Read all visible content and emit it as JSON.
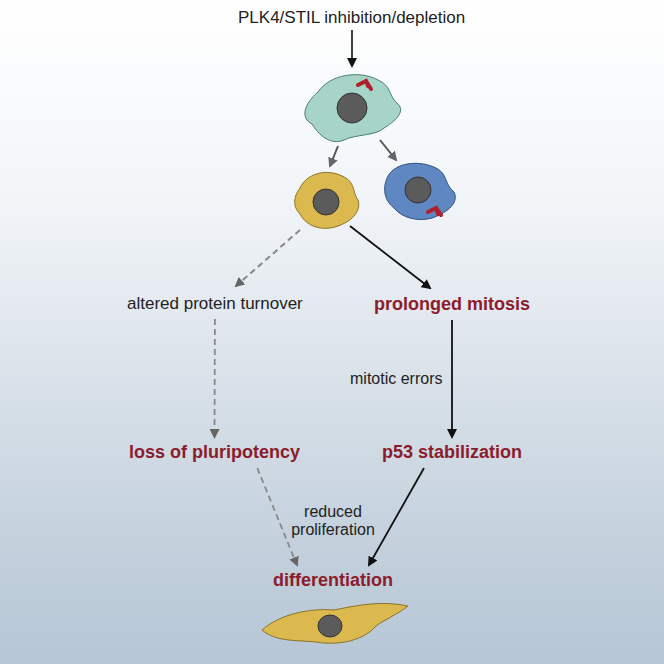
{
  "diagram": {
    "nodes": [
      {
        "text": [
          "PLK4/STIL inhibition/depletion"
        ]
      },
      {
        "text": [
          "altered protein turnover"
        ]
      },
      {
        "text": [
          "prolonged mitosis"
        ]
      },
      {
        "text": [
          "loss of pluripotency"
        ]
      },
      {
        "text": [
          "p53 stabilization"
        ]
      },
      {
        "text": [
          "differentiation"
        ]
      }
    ],
    "edges": [
      {
        "from": 1,
        "to": 3,
        "arrow": "to"
      },
      {
        "from": 2,
        "to": 4,
        "label": "mitotic errors",
        "arrow": "to"
      },
      {
        "from": 3,
        "to": 5,
        "arrow": "to"
      },
      {
        "from": 4,
        "to": 5,
        "arrow": "to"
      }
    ],
    "labels": [
      "reduced proliferation"
    ]
  }
}
